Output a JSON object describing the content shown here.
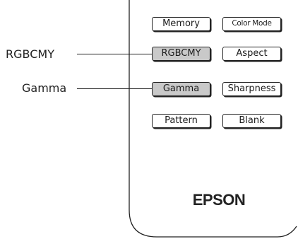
{
  "remote": {
    "buttons": [
      {
        "id": "memory",
        "label": "Memory",
        "highlighted": false
      },
      {
        "id": "color-mode",
        "label": "Color Mode",
        "highlighted": false
      },
      {
        "id": "rgbcmy",
        "label": "RGBCMY",
        "highlighted": true
      },
      {
        "id": "aspect",
        "label": "Aspect",
        "highlighted": false
      },
      {
        "id": "gamma",
        "label": "Gamma",
        "highlighted": true
      },
      {
        "id": "sharpness",
        "label": "Sharpness",
        "highlighted": false
      },
      {
        "id": "pattern",
        "label": "Pattern",
        "highlighted": false
      },
      {
        "id": "blank",
        "label": "Blank",
        "highlighted": false
      }
    ],
    "logo": "EPSON",
    "highlight_color": "#c9c9c9",
    "outline_color": "#222222"
  },
  "callouts": [
    {
      "label": "RGBCMY",
      "target": "rgbcmy"
    },
    {
      "label": "Gamma",
      "target": "gamma"
    }
  ]
}
